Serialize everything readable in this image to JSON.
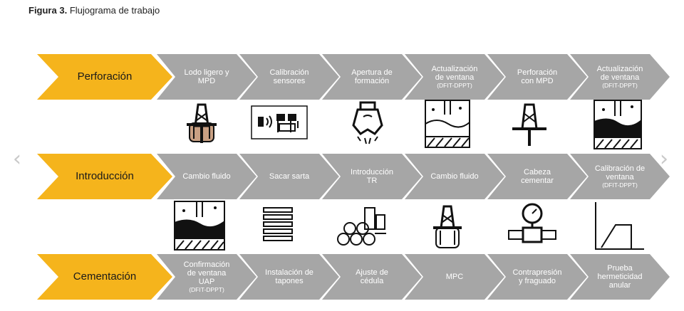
{
  "caption": {
    "label": "Figura 3.",
    "title": "Flujograma de trabajo"
  },
  "colors": {
    "head": "#f5b41c",
    "step": "#a6a6a6",
    "text_on_step": "#ffffff"
  },
  "rows": [
    {
      "head": "Perforación",
      "steps": [
        {
          "l1": "Lodo ligero y",
          "l2": "MPD",
          "sub": ""
        },
        {
          "l1": "Calibración",
          "l2": "sensores",
          "sub": ""
        },
        {
          "l1": "Apertura de",
          "l2": "formación",
          "sub": ""
        },
        {
          "l1": "Actualización",
          "l2": "de ventana",
          "sub": "(DFIT-DPPT)"
        },
        {
          "l1": "Perforación",
          "l2": "con MPD",
          "sub": ""
        },
        {
          "l1": "Actualización",
          "l2": "de ventana",
          "sub": "(DFIT-DPPT)"
        }
      ]
    },
    {
      "head": "Introducción",
      "steps": [
        {
          "l1": "Cambio fluido",
          "l2": "",
          "sub": ""
        },
        {
          "l1": "Sacar sarta",
          "l2": "",
          "sub": ""
        },
        {
          "l1": "Introducción",
          "l2": "TR",
          "sub": ""
        },
        {
          "l1": "Cambio fluido",
          "l2": "",
          "sub": ""
        },
        {
          "l1": "Cabeza",
          "l2": "cementar",
          "sub": ""
        },
        {
          "l1": "Calibración de",
          "l2": "ventana",
          "sub": "(DFIT-DPPT)"
        }
      ]
    },
    {
      "head": "Cementación",
      "steps": [
        {
          "l1": "Confirmación",
          "l2": "de ventana",
          "l3": "UAP",
          "sub": "(DFIT-DPPT)"
        },
        {
          "l1": "Instalación de",
          "l2": "tapones",
          "sub": ""
        },
        {
          "l1": "Ajuste de",
          "l2": "cédula",
          "sub": ""
        },
        {
          "l1": "MPC",
          "l2": "",
          "sub": ""
        },
        {
          "l1": "Contrapresión",
          "l2": "y fraguado",
          "sub": ""
        },
        {
          "l1": "Prueba",
          "l2": "hermeticidad",
          "l3": "anular",
          "sub": ""
        }
      ]
    }
  ],
  "icons_row1": [
    "drilling-rig-mud-icon",
    "sensor-panel-icon",
    "drill-bit-icon",
    "formation-window-icon",
    "drilling-rig-icon",
    "formation-window-dark-icon"
  ],
  "icons_row2": [
    "formation-window-dark-icon",
    "pipe-stack-icon",
    "casing-pipes-icon",
    "rig-fluid-icon",
    "cement-head-gauge-icon",
    "pressure-graph-icon"
  ],
  "nav": {
    "prev": "‹",
    "next": "›"
  }
}
